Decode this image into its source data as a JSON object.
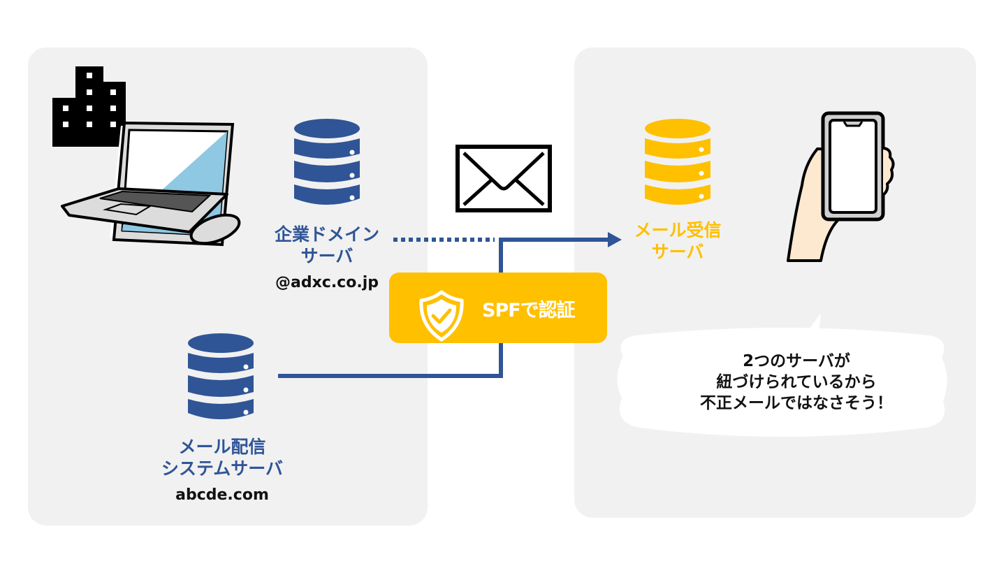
{
  "diagram": {
    "title_hidden": "",
    "sender_side": {
      "domain_server": {
        "label_lines": [
          "企業ドメイン",
          "サーバ"
        ],
        "domain": "@adxc.co.jp",
        "icon": "database-icon",
        "color": "#2f5597"
      },
      "delivery_server": {
        "label_lines": [
          "メール配信",
          "システムサーバ"
        ],
        "domain": "abcde.com",
        "icon": "database-icon",
        "color": "#2f5597"
      },
      "office_icon": "office-building-icon",
      "computer_icon": "laptop-icon"
    },
    "auth_badge": {
      "label": "SPFで認証",
      "icon": "shield-check-icon",
      "color": "#ffc000"
    },
    "message_icon": "envelope-icon",
    "receiver_side": {
      "mail_server": {
        "label_lines": [
          "メール受信",
          "サーバ"
        ],
        "icon": "database-icon",
        "color": "#ffc000"
      },
      "device_icon": "smartphone-in-hand-icon",
      "speech_bubble": {
        "lines": [
          "2つのサーバが",
          "紐づけられているから",
          "不正メールではなさそう！"
        ]
      }
    },
    "connections": [
      {
        "from": "企業ドメインサーバ",
        "to": "メール受信サーバ",
        "style": "dotted"
      },
      {
        "from": "メール配信システムサーバ",
        "to": "メール受信サーバ",
        "style": "solid-arrow"
      }
    ],
    "colors": {
      "panel_bg": "#f1f1f1",
      "line_blue": "#2f5597",
      "accent_yellow": "#ffc000"
    }
  }
}
